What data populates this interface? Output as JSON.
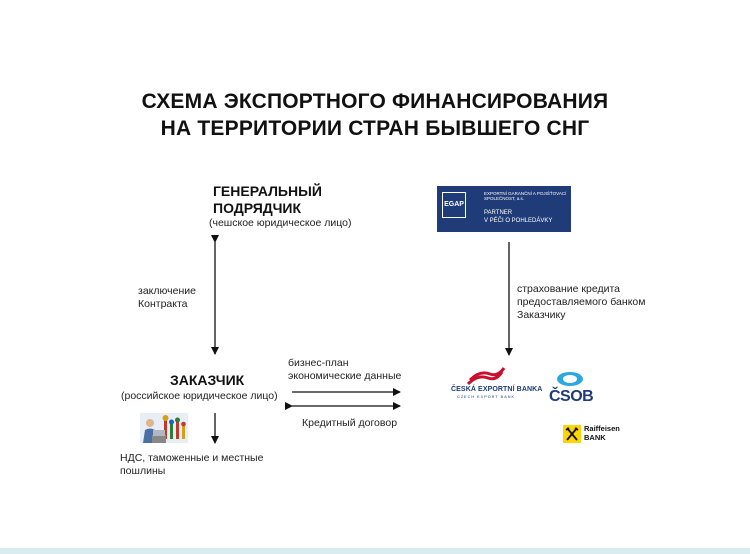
{
  "title": {
    "line1": "СХЕМА ЭКСПОРТНОГО ФИНАНСИРОВАНИЯ",
    "line2": "НА ТЕРРИТОРИИ СТРАН БЫВШЕГО СНГ"
  },
  "contractor": {
    "title_line1": "ГЕНЕРАЛЬНЫЙ",
    "title_line2": "ПОДРЯДЧИК",
    "subtitle": "(чешское юридическое лицо)"
  },
  "customer": {
    "title": "ЗАКАЗЧИК",
    "subtitle": "(российское юридическое лицо)"
  },
  "labels": {
    "contract_line1": "заключение",
    "contract_line2": "Контракта",
    "business_plan_line1": "бизнес-план",
    "business_plan_line2": "экономические данные",
    "credit_agreement": "Кредитный договор",
    "insurance_line1": "страхование кредита",
    "insurance_line2": "предоставляемого банком",
    "insurance_line3": "Заказчику",
    "taxes_line1": "НДС, таможенные и местные",
    "taxes_line2": "пошлины"
  },
  "egap": {
    "logo": "EGAP",
    "small_line1": "EXPORTNÍ GARANČNÍ A POJIŠŤOVACÍ",
    "small_line2": "SPOLEČNOST, a.s.",
    "partner_line1": "PARTNER",
    "partner_line2": "V PÉČI O POHLEDÁVKY",
    "color": "#1f3b78"
  },
  "banks": {
    "ceb_name": "ČESKÁ EXPORTNÍ BANKA",
    "ceb_sub": "CZECH EXPORT BANK",
    "csob_name": "ČSOB",
    "raiffeisen_line1": "Raiffeisen",
    "raiffeisen_line2": "BANK"
  }
}
